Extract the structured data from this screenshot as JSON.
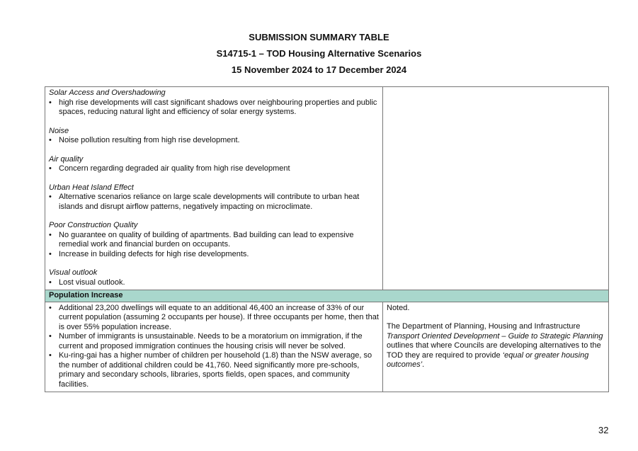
{
  "header": {
    "title": "SUBMISSION SUMMARY TABLE",
    "subtitle": "S14715-1 – TOD Housing Alternative Scenarios",
    "dates": "15 November 2024 to 17 December 2024"
  },
  "row1": {
    "groups": [
      {
        "heading": "Solar Access and Overshadowing",
        "items": [
          "high rise developments will cast significant shadows over neighbouring properties and public spaces, reducing natural light and efficiency of solar energy systems."
        ]
      },
      {
        "heading": "Noise",
        "items": [
          "Noise pollution resulting from high rise development."
        ]
      },
      {
        "heading": "Air quality",
        "items": [
          "Concern regarding degraded air quality from high rise development"
        ]
      },
      {
        "heading": "Urban Heat Island Effect",
        "items": [
          "Alternative scenarios reliance on large scale developments will contribute to urban heat islands and disrupt airflow patterns, negatively impacting on microclimate."
        ]
      },
      {
        "heading": "Poor Construction Quality",
        "items": [
          "No guarantee on quality of building of apartments. Bad building can lead to expensive remedial work and financial burden on occupants.",
          "Increase in building defects for high rise developments."
        ]
      },
      {
        "heading": "Visual outlook",
        "items": [
          "Lost visual outlook."
        ]
      }
    ]
  },
  "section": {
    "label": "Population Increase"
  },
  "row2": {
    "items": [
      "Additional 23,200 dwellings will equate to an additional 46,400 an increase of 33% of our current population (assuming 2 occupants per house). If three occupants per home, then that is over 55% population increase.",
      "Number of immigrants is unsustainable. Needs to be a moratorium on immigration, if the current and proposed immigration continues the housing crisis will never be solved.",
      "Ku-ring-gai has a higher number of children per household (1.8) than the NSW average, so the number of additional children could be 41,760. Need significantly more pre-schools, primary and secondary schools, libraries, sports fields, open spaces, and community facilities."
    ],
    "response": {
      "noted": "Noted.",
      "p1": "The Department of Planning, Housing and Infrastructure ",
      "p2": "Transport Oriented Development – Guide to Strategic Planning",
      "p3": " outlines that where Councils are developing alternatives to the TOD they are required to provide ",
      "p4": "‘equal or greater housing outcomes’",
      "p5": "."
    }
  },
  "page_number": "32",
  "colors": {
    "section_bg": "#a9d7cc"
  }
}
